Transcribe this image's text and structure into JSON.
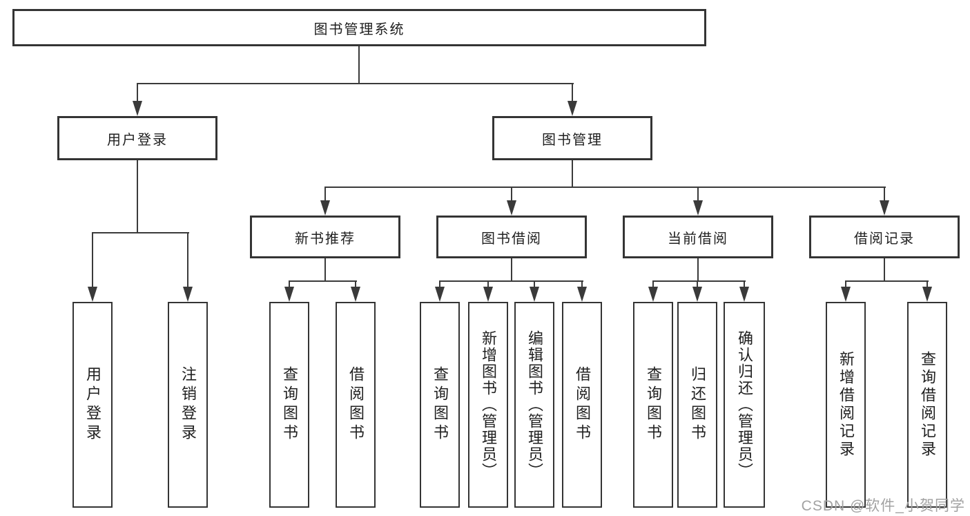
{
  "nodes": {
    "root": "图书管理系统",
    "user_login": "用户登录",
    "book_mgmt": "图书管理",
    "new_book_rec": "新书推荐",
    "book_borrow": "图书借阅",
    "current_borrow": "当前借阅",
    "borrow_records": "借阅记录",
    "leaf_user_login": "用户登录",
    "leaf_logout": "注销登录",
    "leaf_query_book_rec": "查询图书",
    "leaf_borrow_book_rec": "借阅图书",
    "leaf_query_book_borrow": "查询图书",
    "leaf_add_book_admin": "新增图书（管理员）",
    "leaf_edit_book_admin": "编辑图书（管理员）",
    "leaf_borrow_book_borrow": "借阅图书",
    "leaf_query_book_current": "查询图书",
    "leaf_return_book": "归还图书",
    "leaf_confirm_return_admin": "确认归还（管理员）",
    "leaf_add_borrow_record": "新增借阅记录",
    "leaf_query_borrow_record": "查询借阅记录"
  },
  "watermark": "CSDN @软件_小贺同学",
  "colors": {
    "line": "#3a3a3a",
    "border": "#343434",
    "text": "#1f1f1f",
    "watermark": "#a2a2a2",
    "background": "#ffffff"
  }
}
